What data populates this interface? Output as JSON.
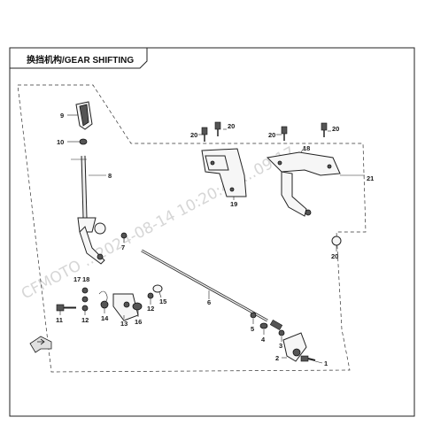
{
  "title": "换挡机构/GEAR SHIFTING",
  "watermark": "CFMOTO ...2024-08-14 10:20:46 ...09-17",
  "callouts": {
    "p1": "1",
    "p2": "2",
    "p3": "3",
    "p4": "4",
    "p5": "5",
    "p6": "6",
    "p7": "7",
    "p8": "8",
    "p9": "9",
    "p10": "10",
    "p11": "11",
    "p12a": "12",
    "p12b": "12",
    "p13": "13",
    "p14": "14",
    "p15": "15",
    "p16": "16",
    "p17": "17",
    "p18a": "18",
    "p18b": "18",
    "p19": "19",
    "p20a": "20",
    "p20b": "20",
    "p20c": "20",
    "p20d": "20",
    "p20e": "20",
    "p21": "21"
  },
  "colors": {
    "line": "#222222",
    "part_fill": "#f6f6f6",
    "watermark": "#d6d6d6"
  },
  "icons": {
    "front_arrow": "front-direction-arrow-icon"
  }
}
